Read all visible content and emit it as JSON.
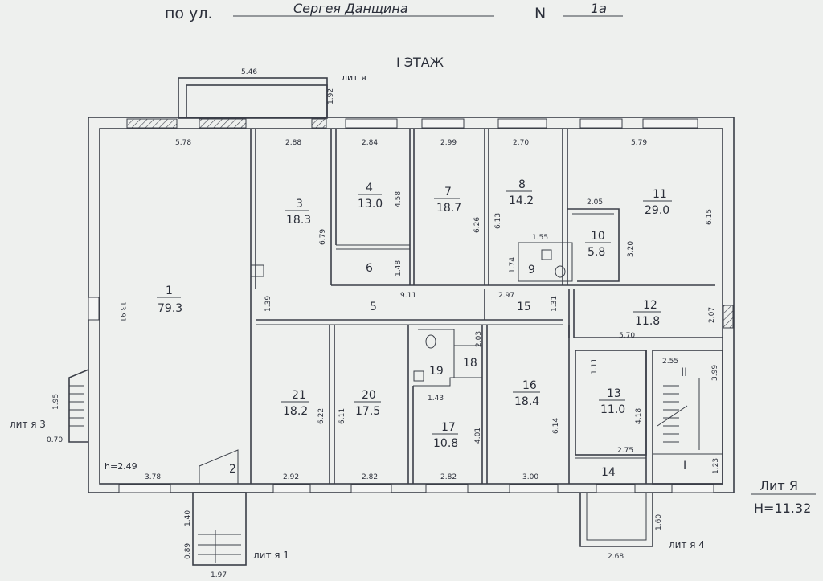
{
  "header": {
    "street_prefix": "по ул.",
    "street_name": "Сергея Данщина",
    "number_label": "N",
    "number_value": "1а",
    "floor_title": "I ЭТАЖ"
  },
  "rooms": [
    {
      "num": "1",
      "area": "79.3"
    },
    {
      "num": "2",
      "area": ""
    },
    {
      "num": "3",
      "area": "18.3"
    },
    {
      "num": "4",
      "area": "13.0"
    },
    {
      "num": "5",
      "area": ""
    },
    {
      "num": "6",
      "area": ""
    },
    {
      "num": "7",
      "area": "18.7"
    },
    {
      "num": "8",
      "area": "14.2"
    },
    {
      "num": "9",
      "area": ""
    },
    {
      "num": "10",
      "area": "5.8"
    },
    {
      "num": "11",
      "area": "29.0"
    },
    {
      "num": "12",
      "area": "11.8"
    },
    {
      "num": "13",
      "area": "11.0"
    },
    {
      "num": "14",
      "area": ""
    },
    {
      "num": "15",
      "area": ""
    },
    {
      "num": "16",
      "area": "18.4"
    },
    {
      "num": "17",
      "area": "10.8"
    },
    {
      "num": "18",
      "area": ""
    },
    {
      "num": "19",
      "area": ""
    },
    {
      "num": "20",
      "area": "17.5"
    },
    {
      "num": "21",
      "area": "18.2"
    }
  ],
  "stairs": [
    {
      "label": "II"
    },
    {
      "label": "I"
    }
  ],
  "dimensions": [
    "5.46",
    "1.92",
    "5.78",
    "2.88",
    "2.84",
    "2.99",
    "2.70",
    "5.79",
    "4.58",
    "6.79",
    "6.26",
    "6.13",
    "2.05",
    "6.15",
    "1.55",
    "3.20",
    "1.74",
    "1.48",
    "13.91",
    "1.39",
    "9.11",
    "2.97",
    "1.31",
    "2.07",
    "5.70",
    "2.03",
    "1.11",
    "2.55",
    "3.99",
    "1.43",
    "6.22",
    "6.11",
    "4.01",
    "6.14",
    "4.18",
    "2.75",
    "1.95",
    "0.70",
    "3.78",
    "2.92",
    "2.82",
    "2.82",
    "3.00",
    "1.23",
    "1.40",
    "0.89",
    "1.97",
    "1.60",
    "2.68"
  ],
  "height_note": "h=2.49",
  "lit_labels": {
    "top": "лит я",
    "left": "лит я 3",
    "bottom_left": "лит я 1",
    "bottom_right": "лит я 4",
    "main": "Лит Я",
    "main_height": "Н=11.32"
  },
  "colors": {
    "paper": "#eef0ee",
    "ink": "#2b2f3a"
  }
}
